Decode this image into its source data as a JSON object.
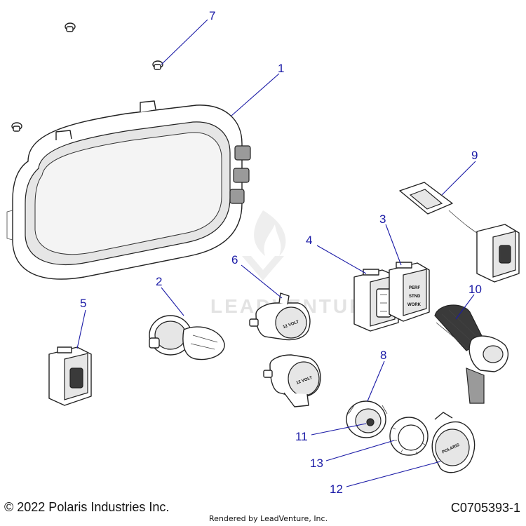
{
  "callouts": {
    "c1": "1",
    "c2": "2",
    "c3": "3",
    "c4": "4",
    "c5": "5",
    "c6": "6",
    "c7": "7",
    "c8": "8",
    "c9": "9",
    "c10": "10",
    "c11": "11",
    "c12": "12",
    "c13": "13"
  },
  "part_text": {
    "outlet_12v_a": "12 VOLT",
    "outlet_12v_b": "12 VOLT",
    "switch_perf": "PERF",
    "switch_stnd": "STND",
    "switch_work": "WORK",
    "cap_brand": "POLARIS"
  },
  "watermark": "LEADVENTURE",
  "footer": {
    "copyright": "© 2022 Polaris Industries Inc.",
    "rendered_by": "Rendered by LeadVenture, Inc.",
    "diagram_code": "C0705393-1"
  },
  "colors": {
    "callout": "#1a1aa6",
    "line_art": "#222222",
    "watermark": "#e3e3e3"
  }
}
